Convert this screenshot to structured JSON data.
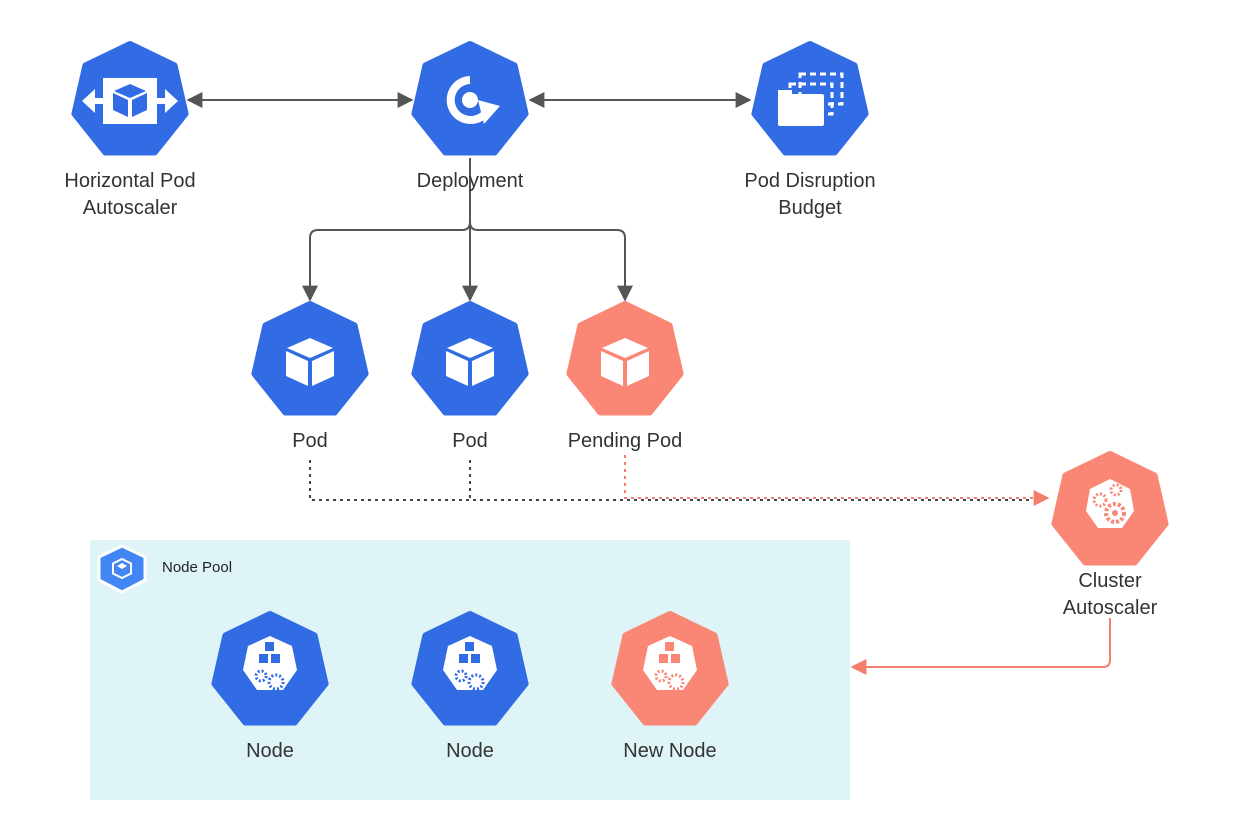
{
  "colors": {
    "primary": "#326ce5",
    "highlight": "#fa8775",
    "pool_background": "#dff4f7",
    "connector": "#555555",
    "new_connector": "#f47e6d"
  },
  "components": {
    "hpa": {
      "line1": "Horizontal Pod",
      "line2": "Autoscaler",
      "icon": "horizontal-pod-autoscaler-icon"
    },
    "deployment": {
      "label": "Deployment",
      "icon": "deployment-icon"
    },
    "pdb": {
      "line1": "Pod Disruption",
      "line2": "Budget",
      "icon": "pod-disruption-budget-icon"
    },
    "pods": [
      {
        "label": "Pod",
        "state": "running",
        "icon": "pod-icon"
      },
      {
        "label": "Pod",
        "state": "running",
        "icon": "pod-icon"
      },
      {
        "label": "Pending Pod",
        "state": "pending",
        "icon": "pod-icon"
      }
    ],
    "cluster_autoscaler": {
      "line1": "Cluster",
      "line2": "Autoscaler",
      "icon": "cluster-autoscaler-icon"
    },
    "node_pool": {
      "title": "Node Pool",
      "icon": "node-pool-icon",
      "nodes": [
        {
          "label": "Node",
          "state": "existing",
          "icon": "node-icon"
        },
        {
          "label": "Node",
          "state": "existing",
          "icon": "node-icon"
        },
        {
          "label": "New Node",
          "state": "new",
          "icon": "node-icon"
        }
      ]
    }
  }
}
